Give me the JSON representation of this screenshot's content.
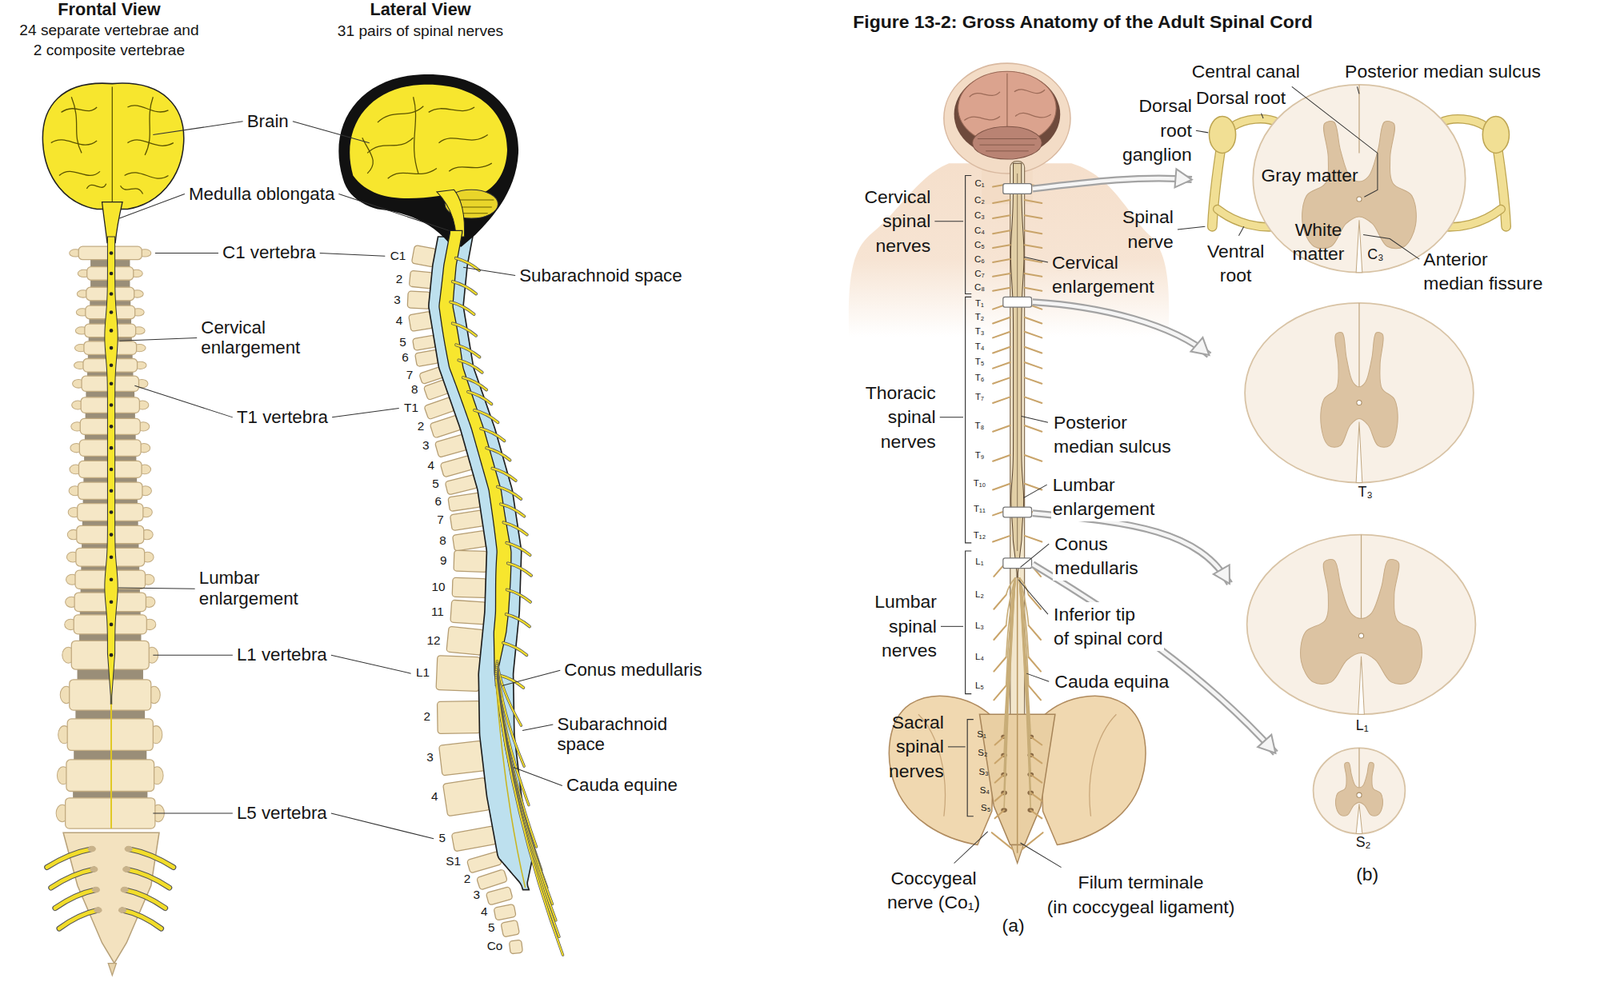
{
  "diagram": {
    "title": "Figure 13-2: Gross Anatomy of the Adult Spinal Cord",
    "labels": [
      "Frontal View",
      "24 separate vertebrae and 2 composite vertebrae",
      "Lateral View",
      "31 pairs of spinal nerves",
      "Brain",
      "Medulla oblongata",
      "C1 vertebra",
      "Cervical enlargement",
      "T1 vertebra",
      "Lumbar enlargement",
      "L1 vertebra",
      "L5 vertebra",
      "Subarachnoid space",
      "Conus medullaris",
      "Subarachnoid space",
      "Cauda equine",
      "C1",
      "2",
      "3",
      "4",
      "5",
      "6",
      "7",
      "8",
      "T1",
      "2",
      "3",
      "4",
      "5",
      "6",
      "7",
      "8",
      "9",
      "10",
      "11",
      "12",
      "L1",
      "2",
      "3",
      "4",
      "5",
      "S1",
      "2",
      "3",
      "4",
      "5",
      "Co",
      "Central canal",
      "Posterior median sulcus",
      "Dorsal root",
      "Dorsal root ganglion",
      "Gray matter",
      "Spinal nerve",
      "White matter",
      "Ventral root",
      "C₃",
      "Anterior median fissure",
      "T₃",
      "L₁",
      "S₂",
      "(b)",
      "Cervical spinal nerves",
      "Thoracic spinal nerves",
      "Lumbar spinal nerves",
      "Sacral spinal nerves",
      "Coccygeal nerve (Co₁)",
      "Filum terminale (in coccygeal ligament)",
      "(a)",
      "Cervical enlargement",
      "Posterior median sulcus",
      "Lumbar enlargement",
      "Conus medullaris",
      "Inferior tip of spinal cord",
      "Cauda equina",
      "C₁",
      "C₂",
      "C₃",
      "C₄",
      "C₅",
      "C₆",
      "C₇",
      "C₈",
      "T₁",
      "T₂",
      "T₃",
      "T₄",
      "T₅",
      "T₆",
      "T₇",
      "T₈",
      "T₉",
      "T₁₀",
      "T₁₁",
      "T₁₂",
      "L₁",
      "L₂",
      "L₃",
      "L₄",
      "L₅",
      "S₁",
      "S₂",
      "S₃",
      "S₄",
      "S₅"
    ]
  }
}
